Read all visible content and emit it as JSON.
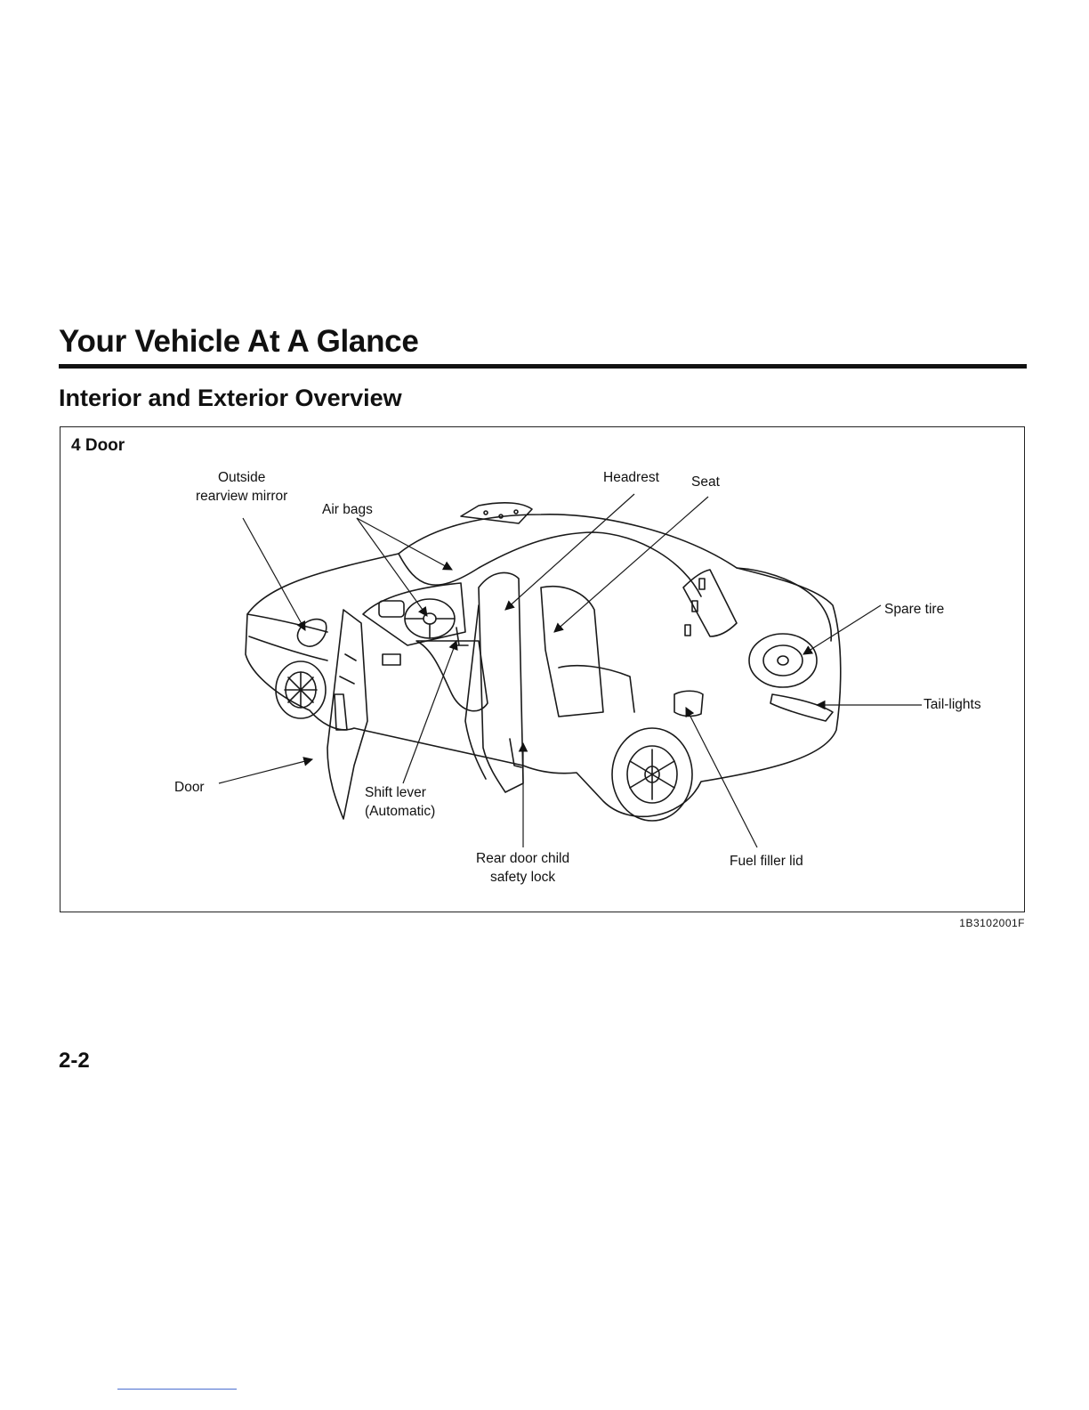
{
  "page": {
    "chapter_title": "Your Vehicle At A Glance",
    "section_title": "Interior and Exterior Overview",
    "page_number": "2-2"
  },
  "figure": {
    "heading": "4 Door",
    "code": "1B3102001F",
    "callouts": {
      "outside_mirror": "Outside\nrearview mirror",
      "air_bags": "Air bags",
      "headrest": "Headrest",
      "seat": "Seat",
      "spare_tire": "Spare tire",
      "tail_lights": "Tail-lights",
      "door": "Door",
      "shift_lever": "Shift lever\n(Automatic)",
      "child_lock": "Rear door child\nsafety lock",
      "fuel_lid": "Fuel filler lid"
    }
  }
}
